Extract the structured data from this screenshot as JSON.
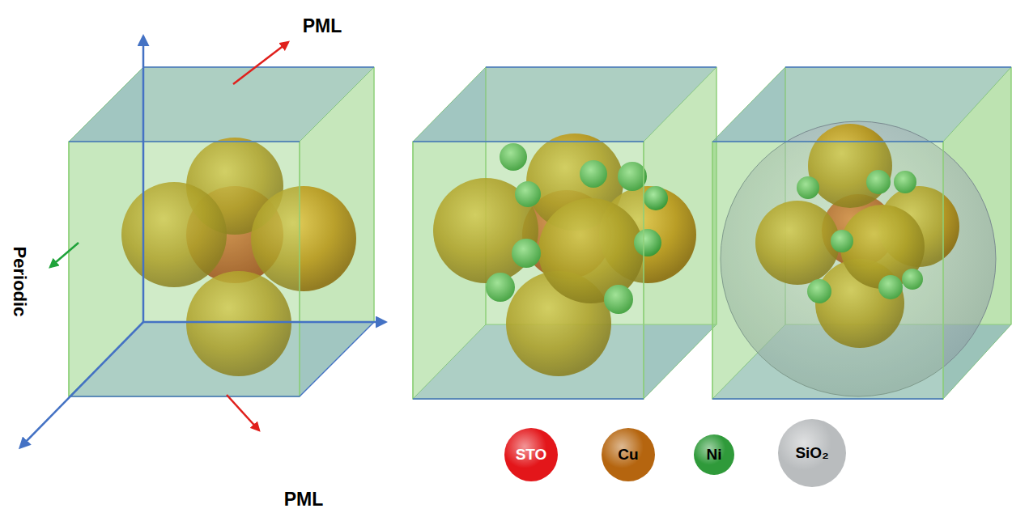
{
  "diagram": {
    "labels": [
      "PML",
      "PML",
      "Periodic"
    ],
    "legend": [
      {
        "text": "STO",
        "color": "#e3161a"
      },
      {
        "text": "Cu",
        "color": "#b5650f"
      },
      {
        "text": "Ni",
        "color": "#2f9a3a"
      },
      {
        "text": "SiO₂",
        "color": "#b9bcbe"
      }
    ]
  }
}
